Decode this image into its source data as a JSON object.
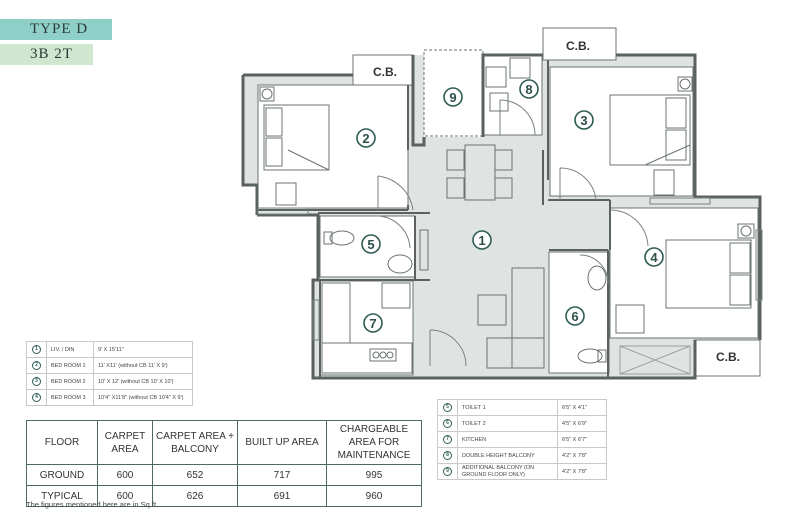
{
  "header": {
    "type_label": "TYPE D",
    "config_label": "3B 2T"
  },
  "plan": {
    "rooms": [
      {
        "id": "1",
        "label": "1"
      },
      {
        "id": "2",
        "label": "2"
      },
      {
        "id": "3",
        "label": "3"
      },
      {
        "id": "4",
        "label": "4"
      },
      {
        "id": "5",
        "label": "5"
      },
      {
        "id": "6",
        "label": "6"
      },
      {
        "id": "7",
        "label": "7"
      },
      {
        "id": "8",
        "label": "8"
      },
      {
        "id": "9",
        "label": "9"
      }
    ],
    "cb_labels": [
      "C.B.",
      "C.B.",
      "C.B."
    ]
  },
  "legend_left": [
    {
      "num": "1",
      "name": "LIV. / DIN",
      "dim": "9' X 15'11\""
    },
    {
      "num": "2",
      "name": "BED ROOM 1",
      "dim": "11' X11' (without CB 11' X 9')"
    },
    {
      "num": "3",
      "name": "BED ROOM 2",
      "dim": "10' X 12' (without CB 10' X 10')"
    },
    {
      "num": "4",
      "name": "BED ROOM 3",
      "dim": "10'4\" X11'8\" (without CB 10'4\" X 9')"
    }
  ],
  "legend_right": [
    {
      "num": "5",
      "name": "TOILET 1",
      "dim": "6'5\" X 4'1\""
    },
    {
      "num": "6",
      "name": "TOILET 2",
      "dim": "4'5\" X 6'9\""
    },
    {
      "num": "7",
      "name": "KITCHEN",
      "dim": "6'5\" X 6'7\""
    },
    {
      "num": "8",
      "name": "DOUBLE HEIGHT BALCONY",
      "dim": "4'2\" X 7'8\""
    },
    {
      "num": "9",
      "name": "ADDITIONAL BALCONY (ON GROUND FLOOR ONLY)",
      "dim": "4'2\" X 7'8\""
    }
  ],
  "area_table": {
    "headers": [
      "FLOOR",
      "CARPET AREA",
      "CARPET AREA + BALCONY",
      "BUILT UP AREA",
      "CHARGEABLE AREA FOR MAINTENANCE"
    ],
    "rows": [
      [
        "GROUND",
        "600",
        "652",
        "717",
        "995"
      ],
      [
        "TYPICAL",
        "600",
        "626",
        "691",
        "960"
      ]
    ]
  },
  "note": "The figures mentioned here are in Sq.ft."
}
